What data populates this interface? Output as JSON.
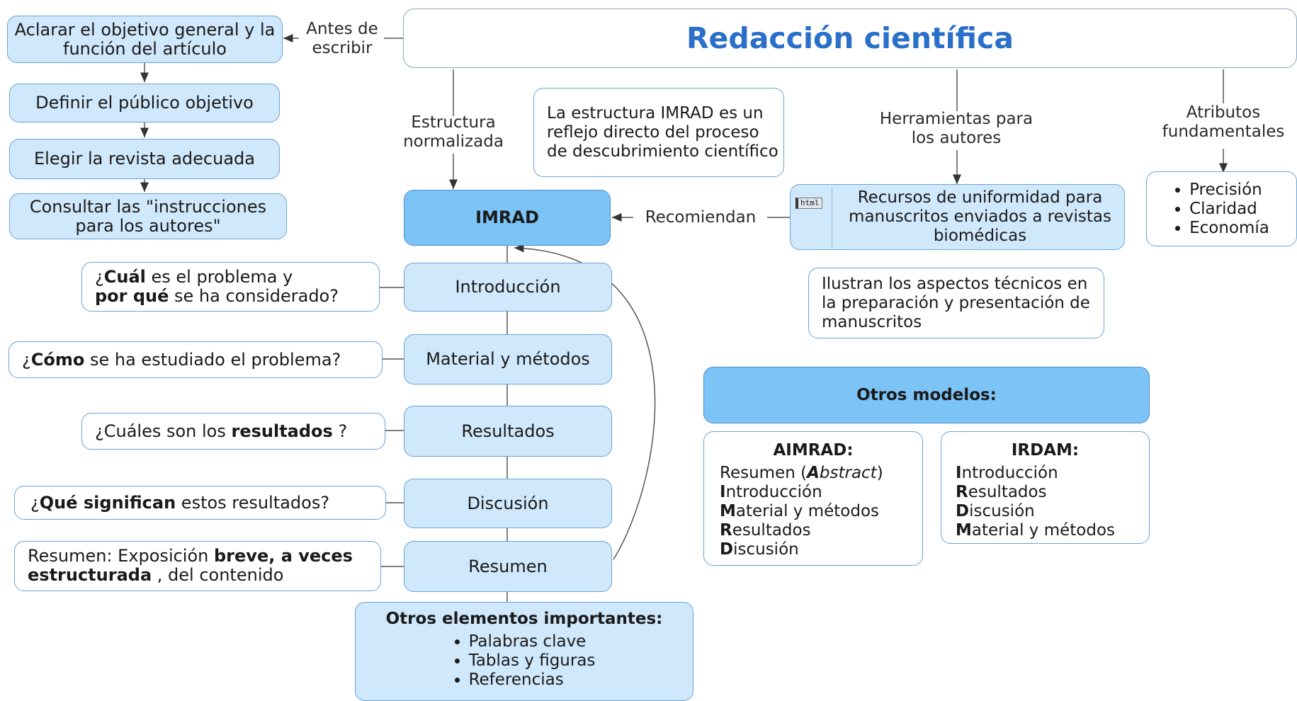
{
  "title": "Redacción científica",
  "before_writing": {
    "label": "Antes de escribir",
    "steps": [
      "Aclarar el objetivo general y la función del artículo",
      "Definir el público objetivo",
      "Elegir la revista adecuada",
      "Consultar las \"instrucciones para los autores\""
    ]
  },
  "structure": {
    "label": "Estructura normalizada",
    "note": "La estructura IMRAD es un reflejo directo del proceso de descubrimiento científico",
    "imrad": "IMRAD",
    "sections": [
      {
        "name": "Introducción",
        "question_parts": [
          "¿",
          "Cuál",
          " es el problema y ",
          "por qué",
          " se ha considerado?"
        ]
      },
      {
        "name": "Material y métodos",
        "question_parts": [
          "¿",
          "Cómo",
          " se ha estudiado el problema?"
        ]
      },
      {
        "name": "Resultados",
        "question_parts": [
          "¿Cuáles son los ",
          "resultados",
          " ?"
        ]
      },
      {
        "name": "Discusión",
        "question_parts": [
          "¿",
          "Qué significan",
          " estos resultados?"
        ]
      },
      {
        "name": "Resumen",
        "question_parts": [
          "Resumen: Exposición ",
          "breve, a veces estructurada",
          " , del contenido"
        ]
      }
    ],
    "other_elements": {
      "title": "Otros elementos importantes:",
      "items": [
        "Palabras clave",
        "Tablas y figuras",
        "Referencias"
      ]
    }
  },
  "tools": {
    "label": "Herramientas para los autores",
    "recommend_label": "Recomiendan",
    "resource": "Recursos de uniformidad para manuscritos enviados a revistas biomédicas",
    "resource_icon_text": "html",
    "resource_note": "Ilustran los aspectos técnicos en la preparación y presentación de manuscritos"
  },
  "attributes": {
    "label": "Atributos fundamentales",
    "items": [
      "Precisión",
      "Claridad",
      "Economía"
    ]
  },
  "other_models": {
    "title": "Otros modelos:",
    "aimrad": {
      "title": "AIMRAD:",
      "lines": [
        [
          "Resumen (",
          "A",
          "bstract",
          ")"
        ],
        [
          "I",
          "ntroducción"
        ],
        [
          "M",
          "aterial y métodos"
        ],
        [
          "R",
          "esultados"
        ],
        [
          "D",
          "iscusión"
        ]
      ]
    },
    "irdam": {
      "title": "IRDAM:",
      "lines": [
        [
          "I",
          "ntroducción"
        ],
        [
          "R",
          "esultados"
        ],
        [
          "D",
          "iscusión"
        ],
        [
          "M",
          "aterial y métodos"
        ]
      ]
    }
  },
  "colors": {
    "title": "#2a6fc9",
    "box_light": "#cfe8fb",
    "box_dark": "#7cc3f6",
    "border": "#6aa3d8"
  }
}
